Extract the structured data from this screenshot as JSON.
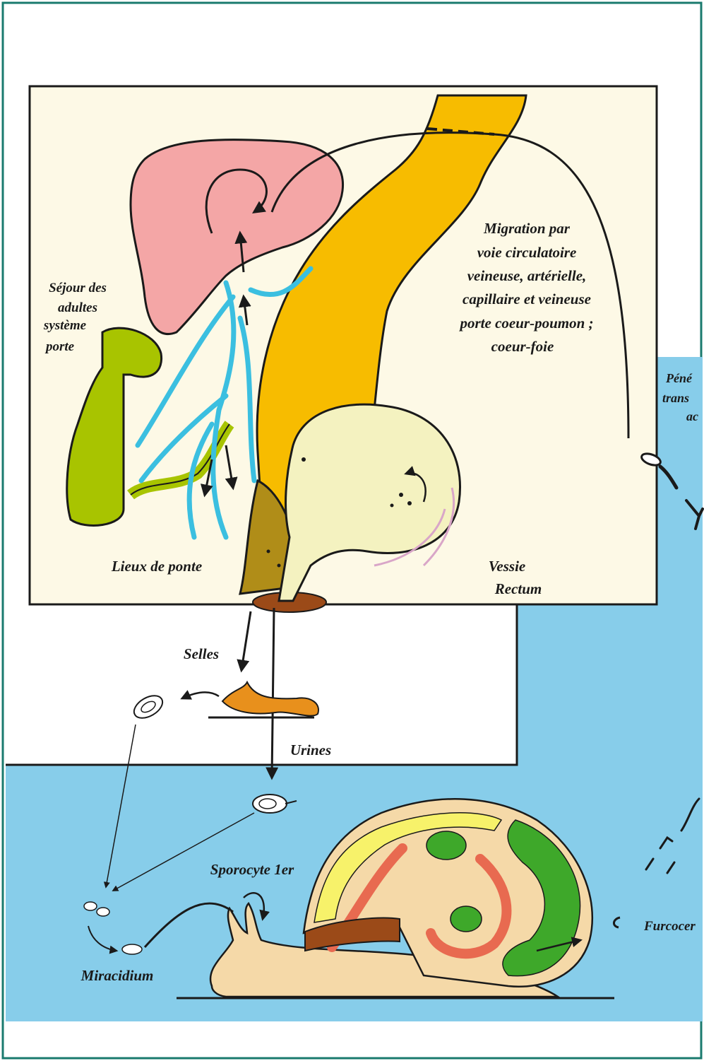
{
  "labels": {
    "sejour": [
      "Séjour des",
      "adultes",
      "système",
      "porte"
    ],
    "migration": [
      "Migration par",
      "voie circulatoire",
      "veineuse, artérielle,",
      "capillaire et veineuse",
      "porte coeur-poumon ;",
      "coeur-foie"
    ],
    "penetration": [
      "Péné",
      "trans",
      "ac"
    ],
    "lieux_de_ponte": "Lieux de ponte",
    "vessie": "Vessie",
    "rectum": "Rectum",
    "selles": "Selles",
    "urines": "Urines",
    "sporocyte": "Sporocyte 1er",
    "miracidium": "Miracidium",
    "furcocercaire": "Furcocer"
  },
  "colors": {
    "frame_border": "#1a7a6e",
    "panel": "#fdf9e6",
    "water": "#87cdea",
    "liver": "#f4a6a6",
    "intestine": "#f7bc00",
    "veins": "#3bbfe0",
    "colon": "#a8c400",
    "bladder": "#f4f2c0",
    "rectum": "#b08d18",
    "stool": "#e8901c",
    "snail_body": "#f5d9a8",
    "snail_yellow": "#f7f26a",
    "snail_green": "#3ea82a",
    "snail_red": "#e86a50"
  }
}
